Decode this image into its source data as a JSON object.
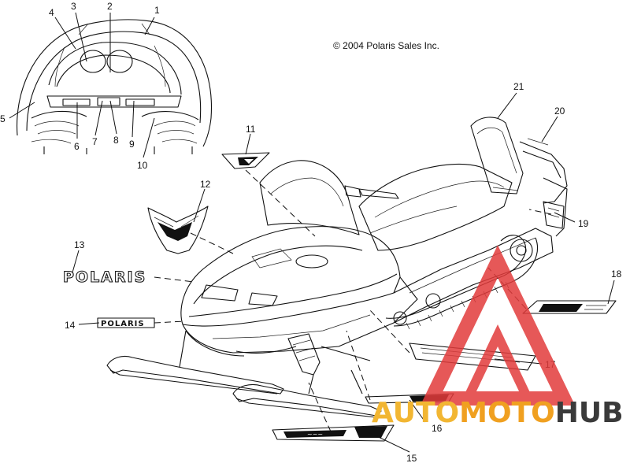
{
  "copyright": "© 2004 Polaris Sales Inc.",
  "decals": {
    "polaris_large": "POLARIS",
    "polaris_small": "POLARIS"
  },
  "callouts": [
    "1",
    "2",
    "3",
    "4",
    "5",
    "6",
    "7",
    "8",
    "9",
    "10",
    "11",
    "12",
    "13",
    "14",
    "15",
    "16",
    "17",
    "18",
    "19",
    "20",
    "21"
  ],
  "watermark": {
    "part1": "AUTO",
    "part2": "MOTO",
    "part3": "HUB",
    "color_auto": "#f2b632",
    "color_moto": "#f0a020",
    "color_hub": "#3a3a3a",
    "triangle_color": "#e23b3b"
  }
}
